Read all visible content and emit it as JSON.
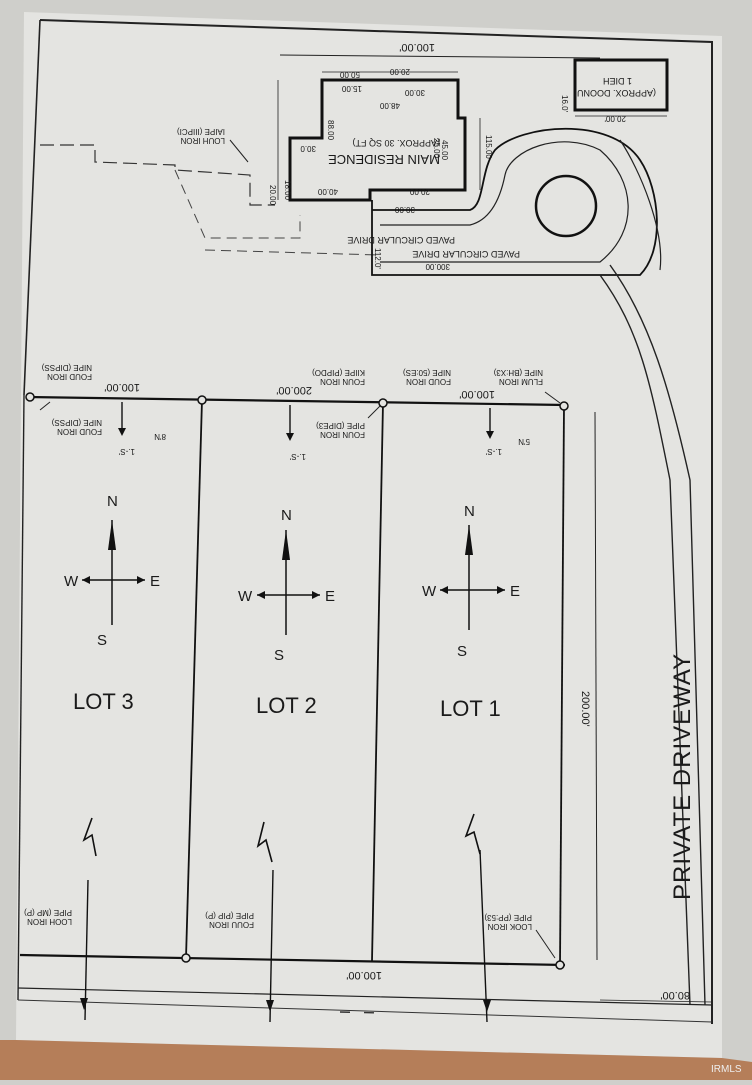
{
  "lots": [
    {
      "label": "LOT 3"
    },
    {
      "label": "LOT 2"
    },
    {
      "label": "LOT 1"
    }
  ],
  "compass": {
    "n": "N",
    "s": "S",
    "e": "E",
    "w": "W"
  },
  "driveway_label": "PRIVATE DRIVEWAY",
  "dimensions": {
    "lot_frontage_left": "100.00'",
    "lot_frontage_mid": "200.00'",
    "lot_frontage_right": "100.00'",
    "lot_depth": "200.00'",
    "bottom_frontage": "100.00'",
    "bottom_right": "80.00'",
    "top_boundary": "100.00'"
  },
  "pins": {
    "top_left": [
      "FOUD IRON",
      "NIPE (DIPSS)"
    ],
    "top_mid": [
      "FOUN IRON",
      "KIIPE (PIPDO)"
    ],
    "top_mid2": [
      "FOUD IRON",
      "NIPE (50:ES)"
    ],
    "top_right": [
      "FLUM IRON",
      "NIPE (BH:X3)"
    ],
    "below_left": [
      "FOUD IRON",
      "NIPE (DIPSS)"
    ],
    "below_mid": [
      "FOUN IRON",
      "PIPE (DIPE3)"
    ],
    "bottom_left": [
      "LOOH IRON",
      "PIPE (MP (P)"
    ],
    "bottom_mid": [
      "FOUU IRON",
      "PIPE (PIP (P)"
    ],
    "bottom_right": [
      "LOOK IRON",
      "PIPE (PP:53)"
    ],
    "top_iron": [
      "LOUH IRON",
      "IAIPE (IIIPCI)"
    ]
  },
  "offsets": {
    "lot3": "1.-S'",
    "lot3b": "8'N",
    "lot2": "1.-S'",
    "lot1": "1.-S'",
    "lot1b": "5'N"
  },
  "residence": {
    "name": "MAIN RESIDENCE",
    "approx": "(APPROX. 30 SQ FT)",
    "dims": [
      "50.00",
      "20.00",
      "15.00",
      "30.00",
      "48.00",
      "88.00",
      "30.0",
      "40.00",
      "20.00",
      "30.00",
      "18.00",
      "45.00",
      "115.00",
      "25.00",
      "20.00"
    ]
  },
  "garage": {
    "label1": "(APPROX. DOONUI",
    "label2": "1 DIEH",
    "dim1": "16.0'",
    "dim2": "20.00'"
  },
  "circular_drive": {
    "label": "PAVED CIRCULAR DRIVE",
    "dim": "300.00",
    "dim2": "112.0'"
  },
  "watermark": "IRMLS"
}
